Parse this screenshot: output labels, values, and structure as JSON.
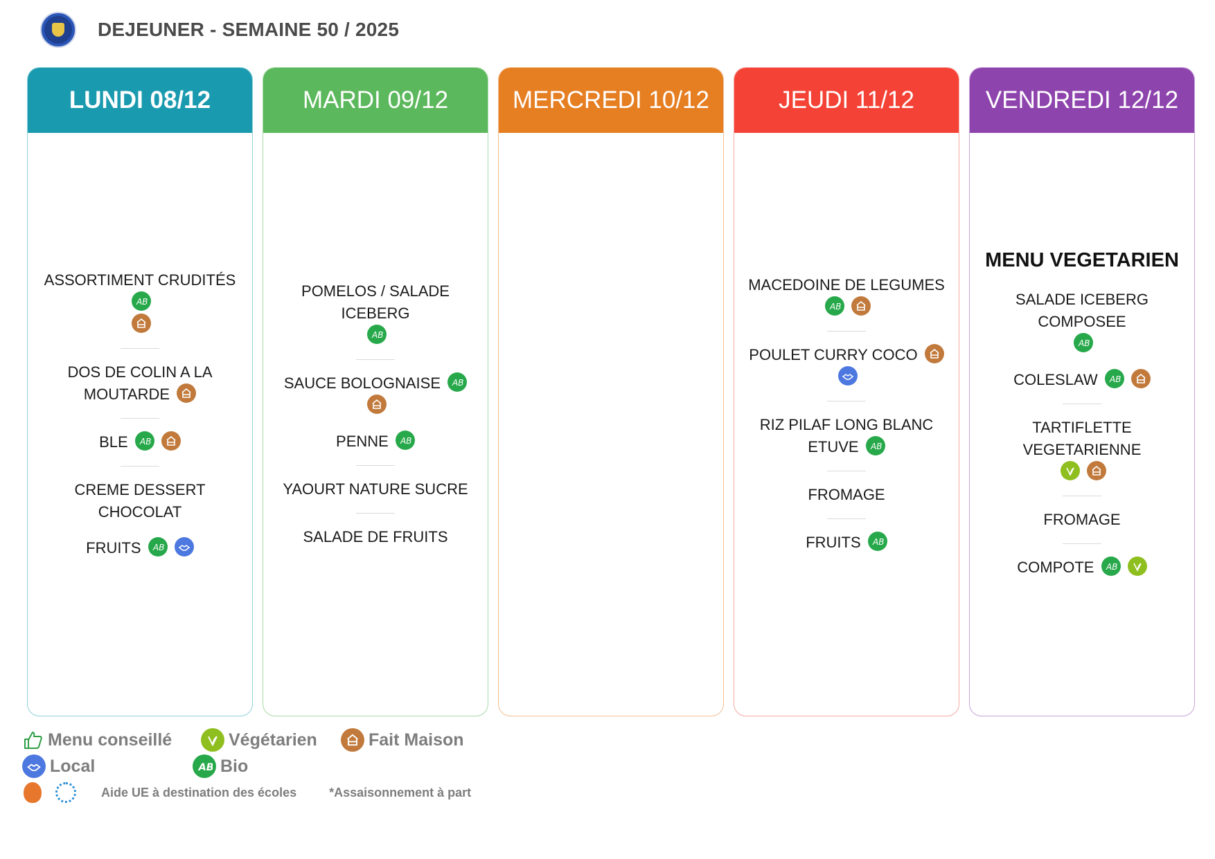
{
  "header": {
    "title": "DEJEUNER - SEMAINE 50 / 2025"
  },
  "colors": {
    "lundi": "#1a9aaf",
    "mardi": "#5cb85c",
    "mercredi": "#e67e22",
    "jeudi": "#f44336",
    "vendredi": "#8e44ad",
    "bio": "#27a84a",
    "fait_maison": "#c17a3c",
    "local": "#4d78e0",
    "vegetarien": "#8fbf1f"
  },
  "days": [
    {
      "label": "LUNDI 08/12",
      "dishes": [
        {
          "name": "ASSORTIMENT CRUDITÉS",
          "badges": [
            "bio-icon",
            "fait-maison-icon"
          ]
        },
        {
          "name": "DOS DE COLIN A LA MOUTARDE",
          "badges": [
            "fait-maison-icon"
          ]
        },
        {
          "name": "BLE",
          "badges": [
            "bio-icon",
            "fait-maison-icon"
          ]
        },
        {
          "name": "CREME DESSERT CHOCOLAT",
          "badges": []
        },
        {
          "name": "FRUITS",
          "badges": [
            "bio-icon",
            "local-icon"
          ]
        }
      ]
    },
    {
      "label": "MARDI 09/12",
      "dishes": [
        {
          "name": "POMELOS / SALADE ICEBERG",
          "badges": [
            "bio-icon"
          ]
        },
        {
          "name": "SAUCE BOLOGNAISE",
          "badges": [
            "bio-icon",
            "fait-maison-icon"
          ]
        },
        {
          "name": "PENNE",
          "badges": [
            "bio-icon"
          ]
        },
        {
          "name": "YAOURT NATURE SUCRE",
          "badges": []
        },
        {
          "name": "SALADE DE FRUITS",
          "badges": []
        }
      ]
    },
    {
      "label": "MERCREDI 10/12",
      "dishes": []
    },
    {
      "label": "JEUDI 11/12",
      "dishes": [
        {
          "name": "MACEDOINE DE LEGUMES",
          "badges": [
            "bio-icon",
            "fait-maison-icon"
          ]
        },
        {
          "name": "POULET CURRY COCO",
          "badges": [
            "fait-maison-icon",
            "local-icon"
          ]
        },
        {
          "name": "RIZ PILAF LONG BLANC ETUVE",
          "badges": [
            "bio-icon"
          ]
        },
        {
          "name": "FROMAGE",
          "badges": []
        },
        {
          "name": "FRUITS",
          "badges": [
            "bio-icon"
          ]
        }
      ]
    },
    {
      "label": "VENDREDI 12/12",
      "menu_title": "MENU VEGETARIEN",
      "dishes": [
        {
          "name": "SALADE ICEBERG COMPOSEE",
          "badges": [
            "bio-icon"
          ]
        },
        {
          "name": "COLESLAW",
          "badges": [
            "bio-icon",
            "fait-maison-icon"
          ]
        },
        {
          "name": "TARTIFLETTE VEGETARIENNE",
          "badges": [
            "vegetarien-icon",
            "fait-maison-icon"
          ]
        },
        {
          "name": "FROMAGE",
          "badges": []
        },
        {
          "name": "COMPOTE",
          "badges": [
            "bio-icon",
            "vegetarien-icon"
          ]
        }
      ]
    }
  ],
  "legend": {
    "menu_conseille": "Menu conseillé",
    "vegetarien": "Végétarien",
    "fait_maison": "Fait Maison",
    "local": "Local",
    "bio": "Bio",
    "aide_ue": "Aide UE à destination des écoles",
    "assaisonnement": "*Assaisonnement à part"
  }
}
